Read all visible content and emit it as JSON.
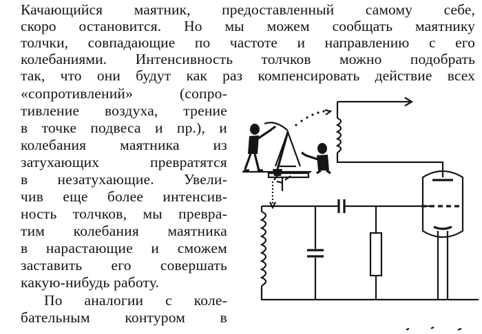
{
  "text": {
    "full_lines": [
      "Качающийся маятник, предоставленный самому себе,",
      "скоро остановится. Но мы можем сообщать маятнику",
      "толчки, совпадающие по частоте и направлению с его",
      "колебаниями. Интенсивность толчков можно подобрать",
      "так, что они будут как раз компенсировать действие всех"
    ],
    "column_lines": [
      "«сопротивлений» (сопро-",
      "тивление воздуха, трение",
      "в точке подвеса и пр.), и",
      "колебания маятника из",
      "затухающих превратятся",
      "в незатухающие. Увели-",
      "чив еще более интенсив-",
      "ность толчков, мы превра-",
      "тим колебания маятника",
      "в нарастающие и сможем",
      "заставить его совершать",
      "какую-нибудь работу.",
      "По аналогии с коле-",
      "бательным контуром в"
    ]
  }
}
